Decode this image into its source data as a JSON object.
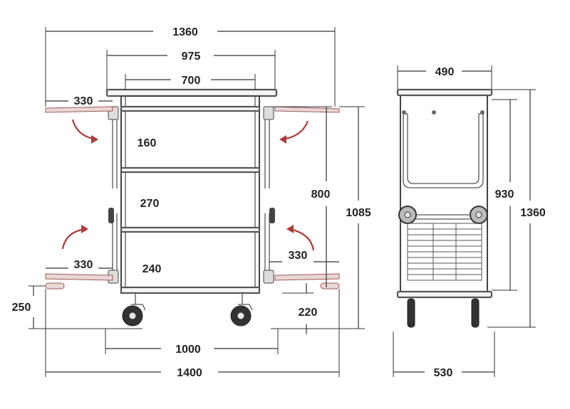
{
  "front_view": {
    "dimensions": {
      "overall_top_width": "1360",
      "frame_width_outer": "975",
      "frame_width_inner": "700",
      "flap_top_left": "330",
      "flap_bottom_left": "330",
      "flap_bottom_right": "330",
      "shelf_1_height": "160",
      "shelf_2_height": "270",
      "shelf_3_height": "240",
      "body_height": "800",
      "total_height": "1085",
      "bottom_clearance": "220",
      "flap_height_from_floor": "250",
      "wheelbase_width": "1000",
      "overall_bottom_width": "1400"
    }
  },
  "side_view": {
    "dimensions": {
      "top_depth": "490",
      "handle_height": "930",
      "overall_height": "1360",
      "base_depth": "530"
    }
  },
  "colors": {
    "line": "#333333",
    "accent_red": "#b03a3a",
    "flap_fill": "#e9d6d6"
  }
}
